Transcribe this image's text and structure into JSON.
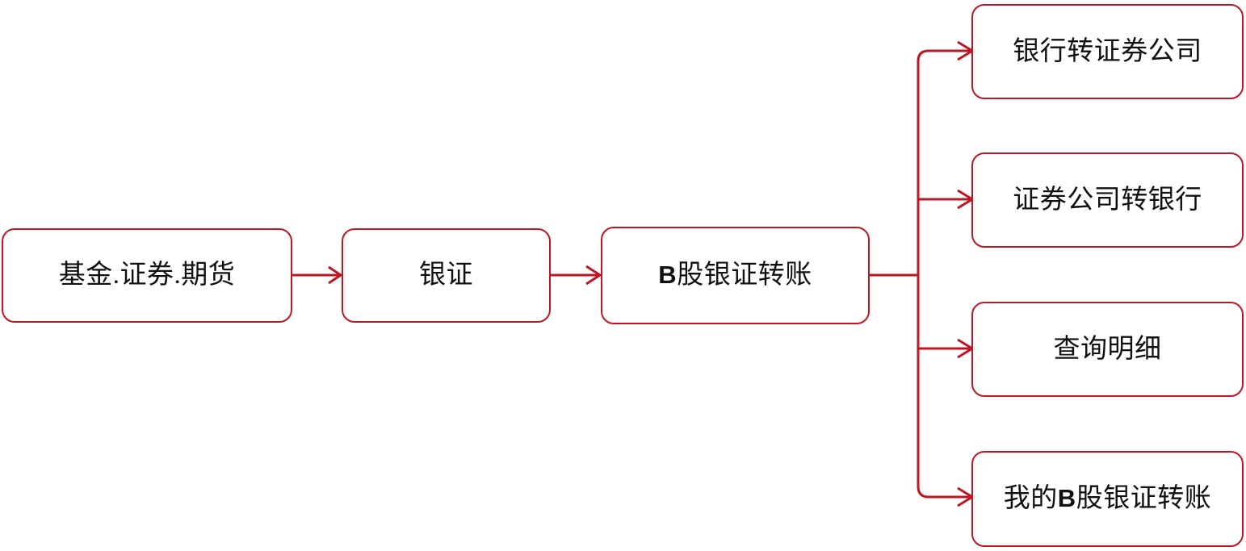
{
  "diagram": {
    "type": "flowchart",
    "orientation": "left-to-right",
    "accent_color": "#BE1622",
    "background_color": "#FFFFFF",
    "text_color": "#101010",
    "chain": [
      {
        "id": "root",
        "label": "基金.证券.期货"
      },
      {
        "id": "stage2",
        "label": "银证"
      },
      {
        "id": "stage3",
        "label_parts": [
          {
            "text": "B",
            "script": "latin"
          },
          {
            "text": "股银证转账",
            "script": "cjk"
          }
        ],
        "label": "B股银证转账"
      }
    ],
    "branches": [
      {
        "id": "leaf-1",
        "label": "银行转证券公司"
      },
      {
        "id": "leaf-2",
        "label": "证券公司转银行"
      },
      {
        "id": "leaf-3",
        "label": "查询明细"
      },
      {
        "id": "leaf-4",
        "label_parts": [
          {
            "text": "我的",
            "script": "cjk"
          },
          {
            "text": "B",
            "script": "latin"
          },
          {
            "text": "股银证转账",
            "script": "cjk"
          }
        ],
        "label": "我的B股银证转账"
      }
    ],
    "connectors": [
      {
        "id": "root-to-stage2",
        "from": "root",
        "to": "stage2",
        "style": "arrow"
      },
      {
        "id": "stage2-to-stage3",
        "from": "stage2",
        "to": "stage3",
        "style": "arrow"
      },
      {
        "id": "stage3-to-trunk",
        "from": "stage3",
        "to": "trunk",
        "style": "line"
      },
      {
        "id": "trunk-to-leaf-1",
        "from": "trunk",
        "to": "leaf-1",
        "style": "arrow"
      },
      {
        "id": "trunk-to-leaf-2",
        "from": "trunk",
        "to": "leaf-2",
        "style": "arrow"
      },
      {
        "id": "trunk-to-leaf-3",
        "from": "trunk",
        "to": "leaf-3",
        "style": "arrow"
      },
      {
        "id": "trunk-to-leaf-4",
        "from": "trunk",
        "to": "leaf-4",
        "style": "arrow"
      }
    ]
  }
}
